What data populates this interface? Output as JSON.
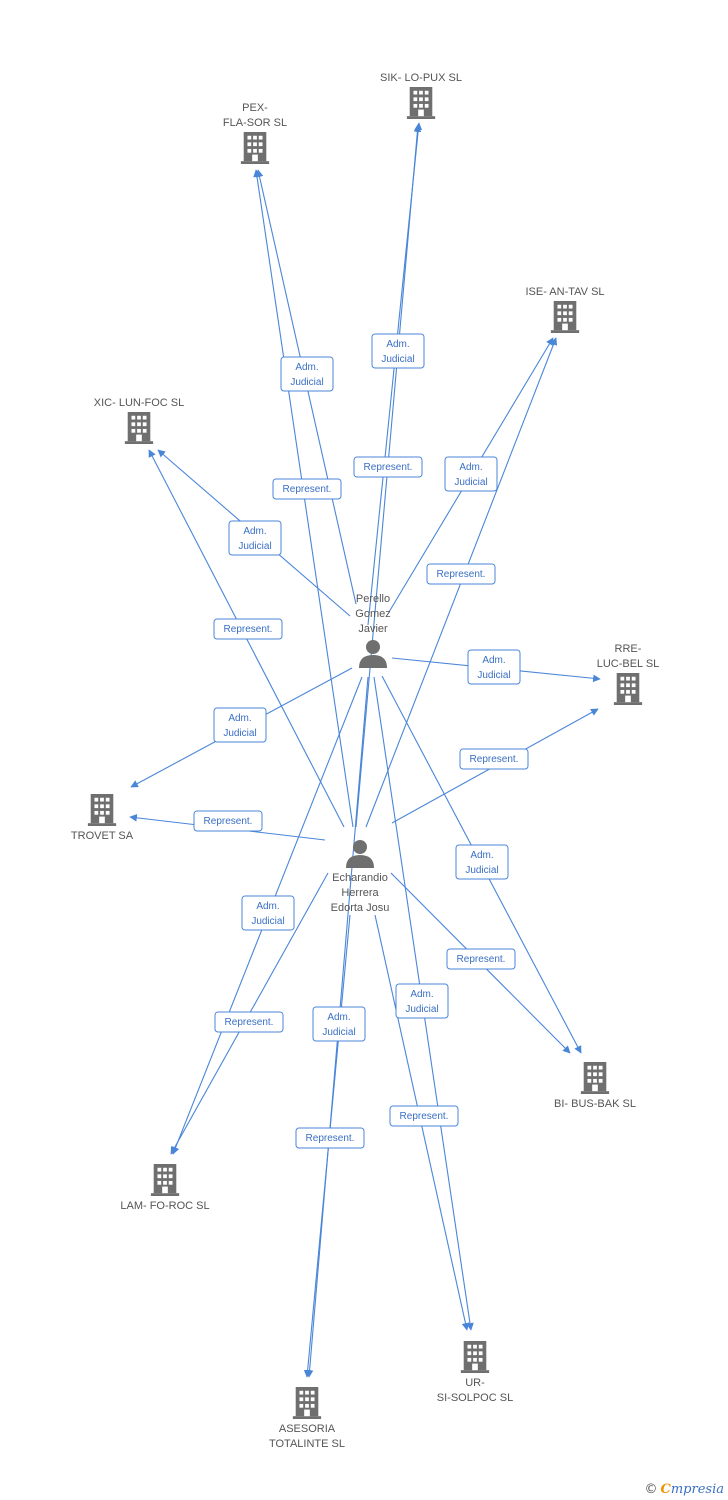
{
  "companies": [
    {
      "id": "sik",
      "lines": [
        "SIK- LO-PUX SL"
      ],
      "label_pos": "above"
    },
    {
      "id": "pex",
      "lines": [
        "PEX-",
        "FLA-SOR SL"
      ],
      "label_pos": "above"
    },
    {
      "id": "ise",
      "lines": [
        "ISE- AN-TAV SL"
      ],
      "label_pos": "above"
    },
    {
      "id": "xic",
      "lines": [
        "XIC- LUN-FOC SL"
      ],
      "label_pos": "above"
    },
    {
      "id": "rre",
      "lines": [
        "RRE-",
        "LUC-BEL SL"
      ],
      "label_pos": "above"
    },
    {
      "id": "trovet",
      "lines": [
        "TROVET SA"
      ],
      "label_pos": "below"
    },
    {
      "id": "bibus",
      "lines": [
        "BI- BUS-BAK SL"
      ],
      "label_pos": "below"
    },
    {
      "id": "lam",
      "lines": [
        "LAM- FO-ROC SL"
      ],
      "label_pos": "below"
    },
    {
      "id": "ursi",
      "lines": [
        "UR-",
        "SI-SOLPOC SL"
      ],
      "label_pos": "below"
    },
    {
      "id": "asesoria",
      "lines": [
        "ASESORIA",
        "TOTALINTE SL"
      ],
      "label_pos": "below"
    }
  ],
  "persons": [
    {
      "id": "perello",
      "lines": [
        "Perello",
        "Gomez",
        "Javier"
      ],
      "label_pos": "above"
    },
    {
      "id": "echarandio",
      "lines": [
        "Echarandio",
        "Herrera",
        "Edorta Josu"
      ],
      "label_pos": "below"
    }
  ],
  "edges": [
    {
      "from": "perello",
      "to": "sik",
      "label": [
        "Adm.",
        "Judicial"
      ]
    },
    {
      "from": "perello",
      "to": "pex",
      "label": [
        "Adm.",
        "Judicial"
      ]
    },
    {
      "from": "perello",
      "to": "ise",
      "label": [
        "Adm.",
        "Judicial"
      ]
    },
    {
      "from": "perello",
      "to": "xic",
      "label": [
        "Adm.",
        "Judicial"
      ]
    },
    {
      "from": "perello",
      "to": "rre",
      "label": [
        "Adm.",
        "Judicial"
      ]
    },
    {
      "from": "perello",
      "to": "trovet",
      "label": [
        "Adm.",
        "Judicial"
      ]
    },
    {
      "from": "perello",
      "to": "bibus",
      "label": [
        "Adm.",
        "Judicial"
      ]
    },
    {
      "from": "perello",
      "to": "lam",
      "label": [
        "Adm.",
        "Judicial"
      ]
    },
    {
      "from": "perello",
      "to": "ursi",
      "label": [
        "Adm.",
        "Judicial"
      ]
    },
    {
      "from": "perello",
      "to": "asesoria",
      "label": [
        "Adm.",
        "Judicial"
      ]
    },
    {
      "from": "echarandio",
      "to": "sik",
      "label": [
        "Represent."
      ]
    },
    {
      "from": "echarandio",
      "to": "pex",
      "label": [
        "Represent."
      ]
    },
    {
      "from": "echarandio",
      "to": "ise",
      "label": [
        "Represent."
      ]
    },
    {
      "from": "echarandio",
      "to": "xic",
      "label": [
        "Represent."
      ]
    },
    {
      "from": "echarandio",
      "to": "rre",
      "label": [
        "Represent."
      ]
    },
    {
      "from": "echarandio",
      "to": "trovet",
      "label": [
        "Represent."
      ]
    },
    {
      "from": "echarandio",
      "to": "bibus",
      "label": [
        "Represent."
      ]
    },
    {
      "from": "echarandio",
      "to": "lam",
      "label": [
        "Represent."
      ]
    },
    {
      "from": "echarandio",
      "to": "ursi",
      "label": [
        "Represent."
      ]
    },
    {
      "from": "echarandio",
      "to": "asesoria",
      "label": [
        "Represent."
      ]
    }
  ],
  "brand": {
    "copyright": "©",
    "initial": "C",
    "rest": "mpresia"
  },
  "colors": {
    "edge": "#4a86d8",
    "node": "#6f6f6f",
    "label": "#555555"
  }
}
